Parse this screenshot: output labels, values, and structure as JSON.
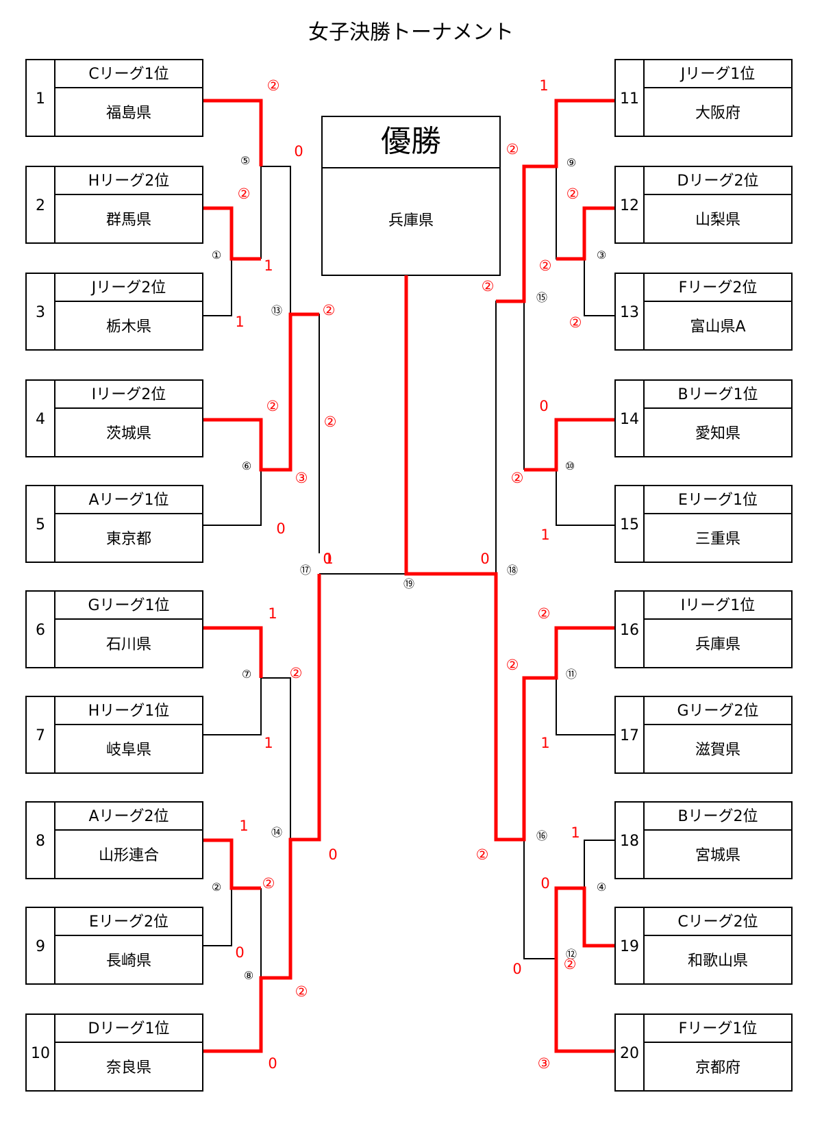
{
  "title": "女子決勝トーナメント",
  "winner": {
    "heading": "優勝",
    "team": "兵庫県"
  },
  "colors": {
    "win": "#ff0000",
    "line": "#000000"
  },
  "teams": [
    {
      "no": "1",
      "league": "Cリーグ1位",
      "name": "福島県"
    },
    {
      "no": "2",
      "league": "Hリーグ2位",
      "name": "群馬県"
    },
    {
      "no": "3",
      "league": "Jリーグ2位",
      "name": "栃木県"
    },
    {
      "no": "4",
      "league": "Iリーグ2位",
      "name": "茨城県"
    },
    {
      "no": "5",
      "league": "Aリーグ1位",
      "name": "東京都"
    },
    {
      "no": "6",
      "league": "Gリーグ1位",
      "name": "石川県"
    },
    {
      "no": "7",
      "league": "Hリーグ1位",
      "name": "岐阜県"
    },
    {
      "no": "8",
      "league": "Aリーグ2位",
      "name": "山形連合"
    },
    {
      "no": "9",
      "league": "Eリーグ2位",
      "name": "長崎県"
    },
    {
      "no": "10",
      "league": "Dリーグ1位",
      "name": "奈良県"
    },
    {
      "no": "11",
      "league": "Jリーグ1位",
      "name": "大阪府"
    },
    {
      "no": "12",
      "league": "Dリーグ2位",
      "name": "山梨県"
    },
    {
      "no": "13",
      "league": "Fリーグ2位",
      "name": "富山県A"
    },
    {
      "no": "14",
      "league": "Bリーグ1位",
      "name": "愛知県"
    },
    {
      "no": "15",
      "league": "Eリーグ1位",
      "name": "三重県"
    },
    {
      "no": "16",
      "league": "Iリーグ1位",
      "name": "兵庫県"
    },
    {
      "no": "17",
      "league": "Gリーグ2位",
      "name": "滋賀県"
    },
    {
      "no": "18",
      "league": "Bリーグ2位",
      "name": "宮城県"
    },
    {
      "no": "19",
      "league": "Cリーグ2位",
      "name": "和歌山県"
    },
    {
      "no": "20",
      "league": "Fリーグ1位",
      "name": "京都府"
    }
  ],
  "match_labels": [
    "①",
    "②",
    "③",
    "④",
    "⑤",
    "⑥",
    "⑦",
    "⑧",
    "⑨",
    "⑩",
    "⑪",
    "⑫",
    "⑬",
    "⑭",
    "⑮",
    "⑯",
    "⑰",
    "⑱",
    "⑲"
  ],
  "scores": [
    "②",
    "0",
    "②",
    "1",
    "1",
    "0",
    "②",
    "③",
    "②",
    "0",
    "1",
    "②",
    "1",
    "1",
    "②",
    "0",
    "②",
    "0",
    "0",
    "1",
    "②",
    "②",
    "②",
    "②",
    "②",
    "0",
    "②",
    "1",
    "0",
    "②",
    "②",
    "1",
    "1",
    "0",
    "0",
    "③",
    "②",
    "②",
    "②",
    "1"
  ]
}
